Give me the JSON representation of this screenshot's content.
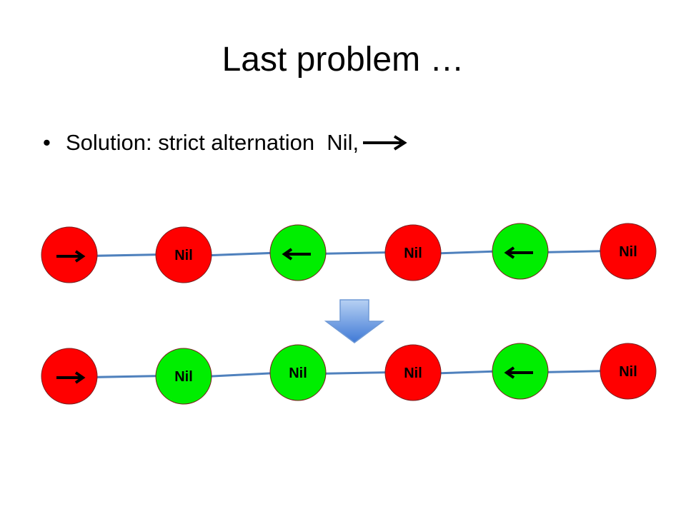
{
  "slide": {
    "title": "Last problem …",
    "bullet_marker": "•",
    "bullet_text": "Solution: strict alternation  Nil,"
  },
  "colors": {
    "red_node": "#ff0000",
    "green_node": "#00ee00",
    "node_stroke": "#7a1f1f",
    "link": "#4f81bd",
    "down_arrow_top": "#a9c7ef",
    "down_arrow_bottom": "#3f79d6"
  },
  "rows": [
    {
      "name": "before",
      "nodes": [
        {
          "color": "red",
          "content": "arrow-right",
          "label": ""
        },
        {
          "color": "red",
          "content": "text",
          "label": "Nil"
        },
        {
          "color": "green",
          "content": "arrow-left",
          "label": ""
        },
        {
          "color": "red",
          "content": "text",
          "label": "Nil"
        },
        {
          "color": "green",
          "content": "arrow-left",
          "label": ""
        },
        {
          "color": "red",
          "content": "text",
          "label": "Nil"
        }
      ]
    },
    {
      "name": "after",
      "nodes": [
        {
          "color": "red",
          "content": "arrow-right",
          "label": ""
        },
        {
          "color": "green",
          "content": "text",
          "label": "Nil"
        },
        {
          "color": "green",
          "content": "text",
          "label": "Nil"
        },
        {
          "color": "red",
          "content": "text",
          "label": "Nil"
        },
        {
          "color": "green",
          "content": "arrow-left",
          "label": ""
        },
        {
          "color": "red",
          "content": "text",
          "label": "Nil"
        }
      ]
    }
  ]
}
